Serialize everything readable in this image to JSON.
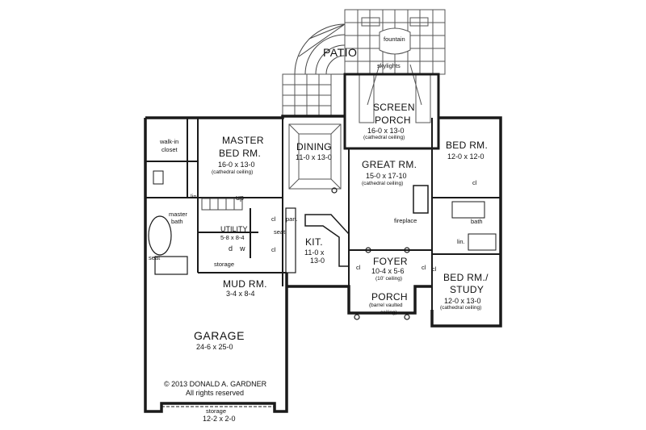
{
  "rooms": {
    "patio": {
      "name": "PATIO"
    },
    "fountain": {
      "name": "fountain"
    },
    "skylights": {
      "name": "skylights"
    },
    "screen_porch": {
      "name_line1": "SCREEN",
      "name_line2": "PORCH",
      "dims": "16-0 x 13-0",
      "note": "(cathedral ceiling)"
    },
    "master_bed": {
      "name_line1": "MASTER",
      "name_line2": "BED RM.",
      "dims": "16-0 x 13-0",
      "note": "(cathedral ceiling)"
    },
    "walk_in_closet": {
      "name_line1": "walk-in",
      "name_line2": "closet"
    },
    "dining": {
      "name": "DINING",
      "dims": "11-0 x 13-0"
    },
    "great_rm": {
      "name": "GREAT RM.",
      "dims": "15-0 x 17-10",
      "note": "(cathedral ceiling)"
    },
    "bed_rm": {
      "name": "BED RM.",
      "dims": "12-0 x 12-0"
    },
    "master_bath": {
      "name_line1": "master",
      "name_line2": "bath"
    },
    "utility": {
      "name": "UTILITY",
      "dims": "5-8 x 8-4"
    },
    "kit": {
      "name": "KIT.",
      "dims_line1": "11-0 x",
      "dims_line2": "13-0"
    },
    "foyer": {
      "name": "FOYER",
      "dims": "10-4 x 5-6",
      "note": "(10' ceiling)"
    },
    "bed_study": {
      "name_line1": "BED RM./",
      "name_line2": "STUDY",
      "dims": "12-0 x 13-0",
      "note": "(cathedral ceiling)"
    },
    "mud_rm": {
      "name": "MUD RM.",
      "dims": "3-4 x 8-4"
    },
    "porch": {
      "name": "PORCH",
      "note_line1": "(barrel vaulted",
      "note_line2": "ceiling)"
    },
    "garage": {
      "name": "GARAGE",
      "dims": "24-6 x 25-0"
    },
    "garage_storage": {
      "name": "storage",
      "dims": "12-2 x 2-0"
    }
  },
  "labels": {
    "fireplace": "fireplace",
    "bath": "bath",
    "lin": "lin.",
    "cl": "cl",
    "up": "up",
    "pan": "pan.",
    "seat": "seat",
    "d": "d",
    "w": "w",
    "storage": "storage"
  },
  "copyright": {
    "line1": "© 2013 DONALD A. GARDNER",
    "line2": "All rights reserved"
  }
}
